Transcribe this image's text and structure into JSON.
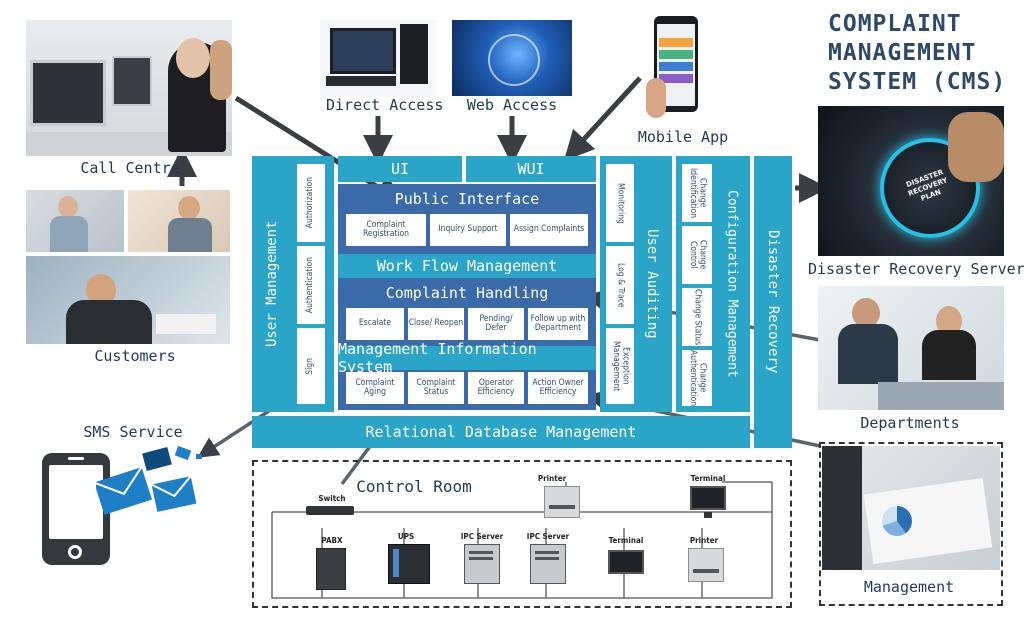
{
  "title_lines": [
    "COMPLAINT",
    "MANAGEMENT",
    "SYSTEM (CMS)"
  ],
  "labels": {
    "call_centre": "Call Centre",
    "customers": "Customers",
    "sms_service": "SMS Service",
    "direct_access": "Direct Access",
    "web_access": "Web Access",
    "mobile_app": "Mobile App",
    "disaster_recovery_server": "Disaster Recovery Server",
    "departments": "Departments",
    "management": "Management"
  },
  "architecture": {
    "ui": "UI",
    "wui": "WUI",
    "user_management": "User Management",
    "authorization": "Authorization",
    "authentication": "Authentication",
    "sign_on": "Sign",
    "public_interface": {
      "title": "Public Interface",
      "items": [
        "Complaint Registration",
        "Inquiry Support",
        "Assign Complaints"
      ]
    },
    "workflow": "Work Flow Management",
    "complaint_handling": {
      "title": "Complaint Handling",
      "items": [
        "Escalate",
        "Close/ Reopen",
        "Pending/ Defer",
        "Follow up with Department"
      ]
    },
    "mis": {
      "title": "Management Information System",
      "items": [
        "Complaint Aging",
        "Complaint Status",
        "Operator Efficiency",
        "Action Owner Efficiency"
      ]
    },
    "rdbms": "Relational Database Management",
    "user_auditing": "User Auditing",
    "monitoring": "Monitoring",
    "log_trace": "Log & Trace",
    "exception_management": "Exception Management",
    "configuration_management": "Configuration Management",
    "config_items": [
      "Change Identification",
      "Change Control",
      "Change Status",
      "Change Authentication"
    ],
    "disaster_recovery": "Disaster Recovery"
  },
  "control_room": {
    "title": "Control Room",
    "devices": {
      "switch": "Switch",
      "printer_top": "Printer",
      "terminal_top": "Terminal",
      "pabx": "PABX",
      "ups": "UPS",
      "ipc1": "IPC Server",
      "ipc2": "IPC Server",
      "terminal_bottom": "Terminal",
      "printer_bottom": "Printer"
    }
  },
  "colors": {
    "teal": "#2aa5c8",
    "navy": "#3b6aa8",
    "text_dark": "#1f3a5a",
    "arrow": "#3a3f44"
  }
}
